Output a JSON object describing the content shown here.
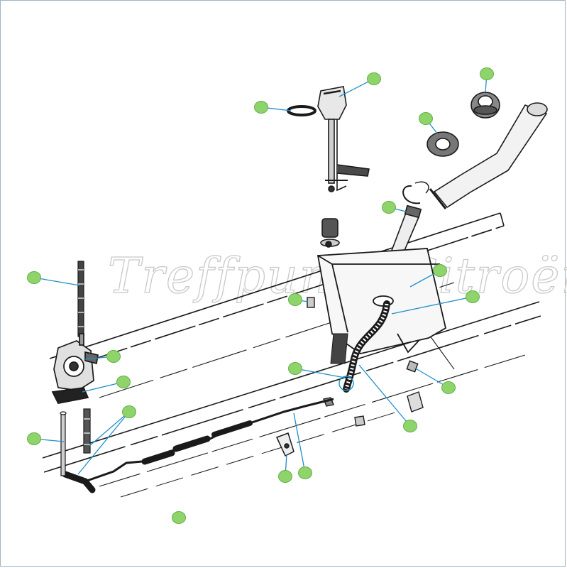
{
  "watermark": {
    "text": "Treffpunkt Citroën"
  },
  "colors": {
    "callout_fill": "#8fd46a",
    "callout_stroke": "#62b04a",
    "leader": "#1f8fc9",
    "ink": "#1a1a1a",
    "watermark": "#c9c9c9"
  },
  "callouts": [
    {
      "id": "sender-unit",
      "icon": "green-dot"
    },
    {
      "id": "sender-gasket",
      "icon": "green-dot"
    },
    {
      "id": "filler-grommet-large",
      "icon": "green-dot"
    },
    {
      "id": "filler-grommet-small",
      "icon": "green-dot"
    },
    {
      "id": "filler-neck-clamp",
      "icon": "green-dot"
    },
    {
      "id": "fuel-tank",
      "icon": "green-dot"
    },
    {
      "id": "tank-outlet-hose",
      "icon": "green-dot"
    },
    {
      "id": "tank-drain-plug",
      "icon": "green-dot"
    },
    {
      "id": "pump-push-rod",
      "icon": "green-dot"
    },
    {
      "id": "fuel-pump",
      "icon": "green-dot"
    },
    {
      "id": "pump-gasket",
      "icon": "green-dot"
    },
    {
      "id": "pump-inlet-hose",
      "icon": "green-dot"
    },
    {
      "id": "pump-outlet-pipe",
      "icon": "green-dot"
    },
    {
      "id": "hose-clip",
      "icon": "green-dot"
    },
    {
      "id": "tank-strap-nut",
      "icon": "green-dot"
    },
    {
      "id": "fuel-line-main",
      "icon": "green-dot"
    },
    {
      "id": "line-clip-front",
      "icon": "green-dot"
    },
    {
      "id": "line-clip-rear",
      "icon": "green-dot"
    },
    {
      "id": "bottom-marker",
      "icon": "green-dot"
    }
  ]
}
